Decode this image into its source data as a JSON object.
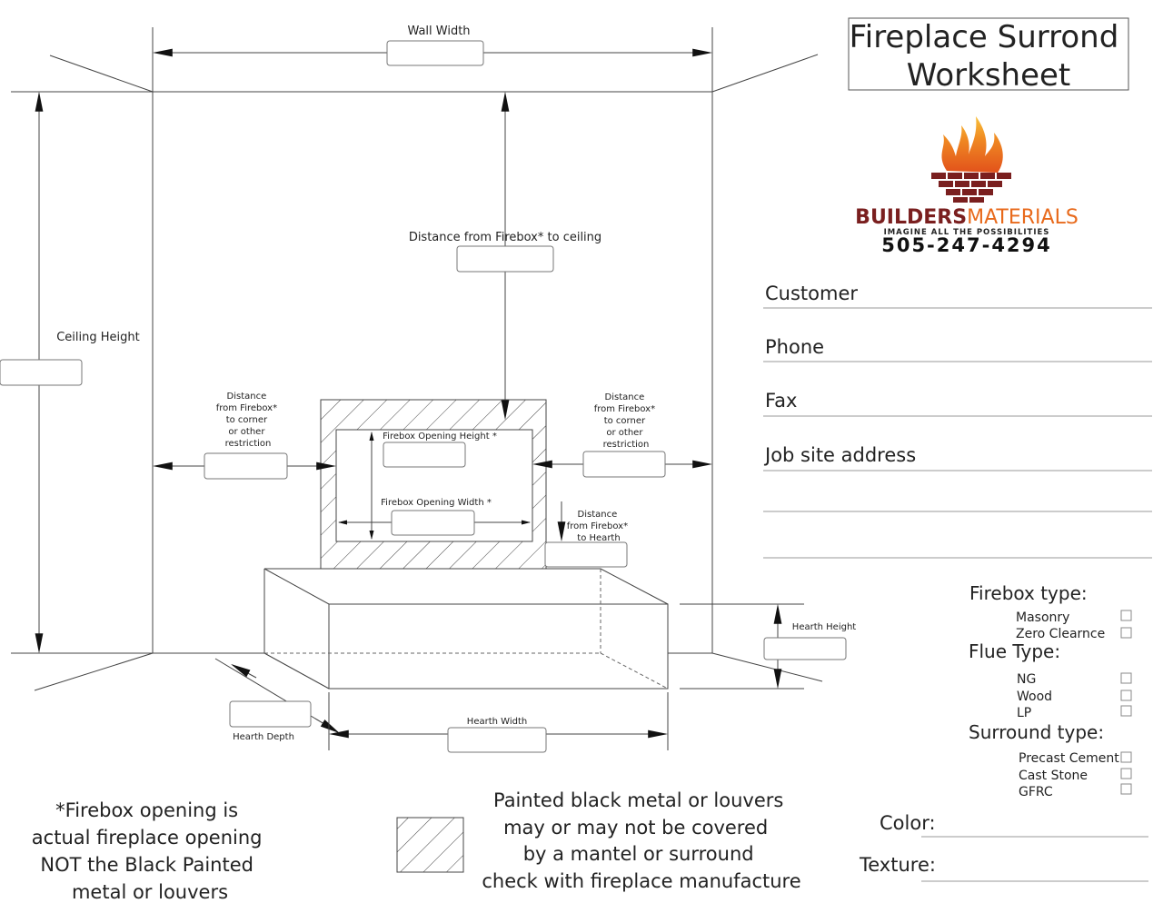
{
  "title": {
    "line1": "Fireplace Surrond",
    "line2": "Worksheet"
  },
  "brand": {
    "name_bold": "BUILDERS",
    "name_light": "MATERIALS",
    "tagline": "IMAGINE ALL THE POSSIBILITIES",
    "phone": "505-247-4294",
    "colors": {
      "maroon": "#7a1f1f",
      "orange": "#e86a1c",
      "flame_yellow": "#f7b72a"
    }
  },
  "diagram": {
    "wall_width": "Wall Width",
    "ceiling_height": "Ceiling Height",
    "firebox_to_ceiling": "Distance from Firebox* to ceiling",
    "left_restriction": [
      "Distance",
      "from Firebox*",
      "to corner",
      "or other",
      "restriction"
    ],
    "right_restriction": [
      "Distance",
      "from Firebox*",
      "to corner",
      "or other",
      "restriction"
    ],
    "opening_height": "Firebox Opening Height *",
    "opening_width": "Firebox Opening Width *",
    "to_hearth": [
      "Distance",
      "from Firebox*",
      "to Hearth"
    ],
    "hearth_height": "Hearth Height",
    "hearth_depth": "Hearth Depth",
    "hearth_width": "Hearth Width"
  },
  "form": {
    "customer": "Customer",
    "phone": "Phone",
    "fax": "Fax",
    "address": "Job site address",
    "color": "Color:",
    "texture": "Texture:"
  },
  "options": {
    "firebox": {
      "title": "Firebox type:",
      "items": [
        "Masonry",
        "Zero Clearnce"
      ]
    },
    "flue": {
      "title": "Flue Type:",
      "items": [
        "NG",
        "Wood",
        "LP"
      ]
    },
    "surround": {
      "title": "Surround type:",
      "items": [
        "Precast Cement",
        "Cast Stone",
        "GFRC"
      ]
    }
  },
  "notes": {
    "firebox_note": [
      "*Firebox opening is",
      "actual fireplace opening",
      "NOT the Black Painted",
      "metal or louvers"
    ],
    "legend_note": [
      "Painted black metal or louvers",
      "may or may not be covered",
      "by a mantel or surround",
      "check with fireplace manufacture"
    ]
  }
}
